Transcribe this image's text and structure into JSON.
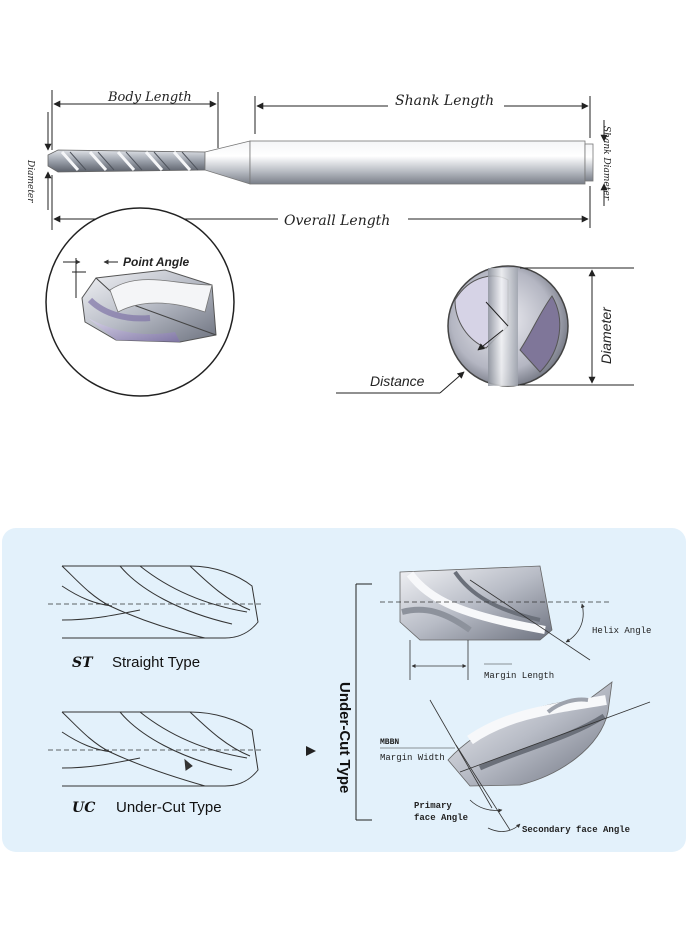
{
  "top_diagram": {
    "body_length": "Body Length",
    "shank_length": "Shank Length",
    "shank_diameter": "Shank Diameter",
    "diameter": "Diameter",
    "overall_length": "Overall Length"
  },
  "point_detail": {
    "point_angle": "Point Angle"
  },
  "end_view": {
    "diameter": "Diameter",
    "distance": "Distance"
  },
  "types_panel": {
    "straight_code": "ST",
    "straight_label": "Straight Type",
    "undercut_code": "UC",
    "undercut_label": "Under-Cut Type",
    "vertical_label": "Under-Cut Type",
    "helix_angle": "Helix Angle",
    "margin_length": "Margin Length",
    "margin_code": "MBBN",
    "margin_width": "Margin Width",
    "primary_face_angle_1": "Primary",
    "primary_face_angle_2": "face Angle",
    "secondary_face_angle": "Secondary face Angle"
  },
  "colors": {
    "panel_bg": "#e3f1fb",
    "line": "#222222",
    "steel_light": "#e9ebee",
    "steel_mid": "#b4b8c0",
    "steel_dark": "#6e7380",
    "lilac": "#a79cc4"
  }
}
